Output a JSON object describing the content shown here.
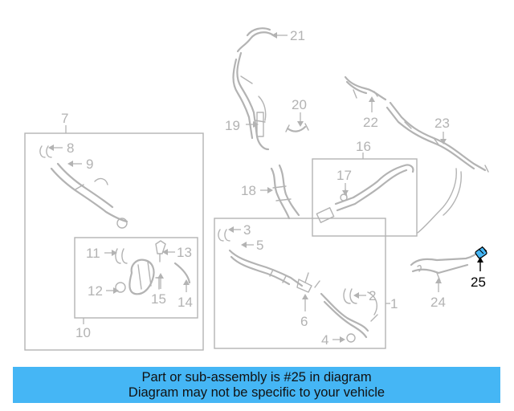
{
  "diagram": {
    "callouts": {
      "c1": "1",
      "c2": "2",
      "c3": "3",
      "c4": "4",
      "c5": "5",
      "c6": "6",
      "c7": "7",
      "c8": "8",
      "c9": "9",
      "c10": "10",
      "c11": "11",
      "c12": "12",
      "c13": "13",
      "c14": "14",
      "c15": "15",
      "c16": "16",
      "c17": "17",
      "c18": "18",
      "c19": "19",
      "c20": "20",
      "c21": "21",
      "c22": "22",
      "c23": "23",
      "c24": "24",
      "c25": "25"
    },
    "highlighted_part": "25",
    "colors": {
      "line_gray": "#b3b3b3",
      "highlight_part": "#45b6f5",
      "banner_bg": "#45b6f5"
    }
  },
  "banner": {
    "line1": "Part or sub-assembly is #25 in diagram",
    "line2": "Diagram may not be specific to your vehicle"
  }
}
